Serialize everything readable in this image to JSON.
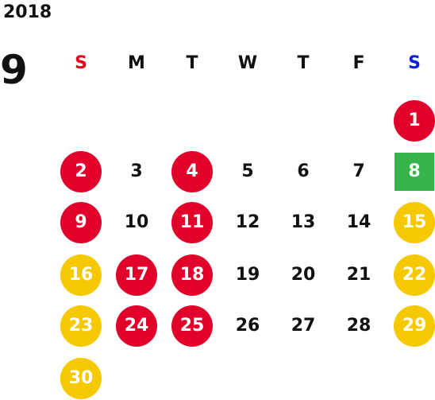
{
  "calendar": {
    "year": "2018",
    "month": "9",
    "weekdays": [
      "S",
      "M",
      "T",
      "W",
      "T",
      "F",
      "S"
    ],
    "weekday_colors": [
      "#e8001c",
      "#111111",
      "#111111",
      "#111111",
      "#111111",
      "#111111",
      "#0a1fd6"
    ],
    "status_colors": {
      "red": "#e0002a",
      "yellow": "#f5c800",
      "green": "#35b44a"
    },
    "days": [
      {
        "d": "1",
        "status": "red"
      },
      {
        "d": "2",
        "status": "red"
      },
      {
        "d": "3",
        "status": "none"
      },
      {
        "d": "4",
        "status": "red"
      },
      {
        "d": "5",
        "status": "none"
      },
      {
        "d": "6",
        "status": "none"
      },
      {
        "d": "7",
        "status": "none"
      },
      {
        "d": "8",
        "status": "green"
      },
      {
        "d": "9",
        "status": "red"
      },
      {
        "d": "10",
        "status": "none"
      },
      {
        "d": "11",
        "status": "red"
      },
      {
        "d": "12",
        "status": "none"
      },
      {
        "d": "13",
        "status": "none"
      },
      {
        "d": "14",
        "status": "none"
      },
      {
        "d": "15",
        "status": "yellow"
      },
      {
        "d": "16",
        "status": "yellow"
      },
      {
        "d": "17",
        "status": "red"
      },
      {
        "d": "18",
        "status": "red"
      },
      {
        "d": "19",
        "status": "none"
      },
      {
        "d": "20",
        "status": "none"
      },
      {
        "d": "21",
        "status": "none"
      },
      {
        "d": "22",
        "status": "yellow"
      },
      {
        "d": "23",
        "status": "yellow"
      },
      {
        "d": "24",
        "status": "red"
      },
      {
        "d": "25",
        "status": "red"
      },
      {
        "d": "26",
        "status": "none"
      },
      {
        "d": "27",
        "status": "none"
      },
      {
        "d": "28",
        "status": "none"
      },
      {
        "d": "29",
        "status": "yellow"
      },
      {
        "d": "30",
        "status": "yellow"
      }
    ],
    "first_weekday_index": 6
  }
}
